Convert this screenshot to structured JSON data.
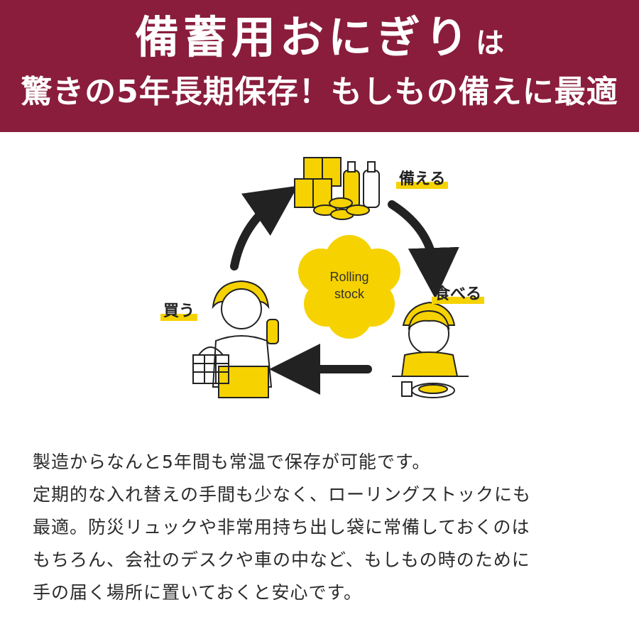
{
  "banner": {
    "title_main": "備蓄用おにぎり",
    "title_suffix": "は",
    "subtitle": "驚きの5年長期保存！もしもの備えに最適"
  },
  "diagram": {
    "cloud_line1": "Rolling",
    "cloud_line2": "stock",
    "label_prepare": "備える",
    "label_eat": "食べる",
    "label_buy": "買う"
  },
  "body": {
    "lines": [
      "製造からなんと5年間も常温で保存が可能です。",
      "定期的な入れ替えの手間も少なく、ローリングストックにも",
      "最適。防災リュックや非常用持ち出し袋に常備しておくのは",
      "もちろん、会社のデスクや車の中など、もしもの時のために",
      "手の届く場所に置いておくと安心です。"
    ]
  },
  "colors": {
    "banner": "#8a1d3c",
    "accent_yellow": "#f6d200",
    "line": "#222222"
  }
}
